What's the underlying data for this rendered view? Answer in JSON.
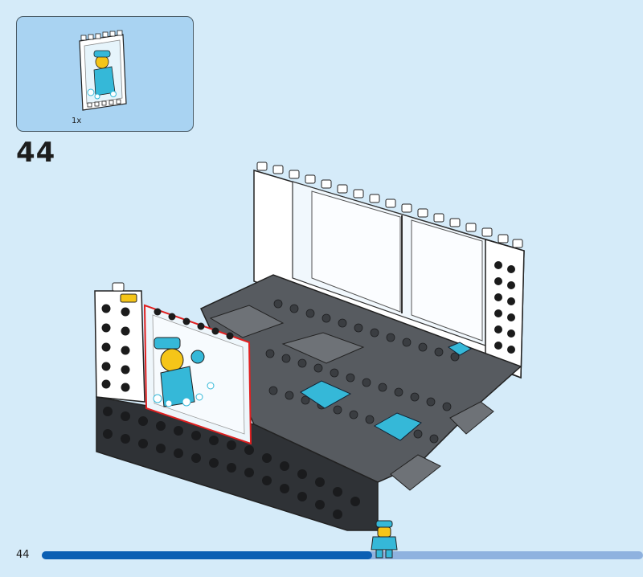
{
  "callout": {
    "quantity": "1x",
    "part_icon": "window-panel-with-sticker-icon"
  },
  "step": {
    "number": "44"
  },
  "footer": {
    "page_number": "44",
    "progress_fraction": 0.55,
    "minifig_icon": "minifigure-marker-icon"
  },
  "colors": {
    "background": "#d5ebf9",
    "callout_bg": "#a9d3f2",
    "highlight_outline": "#e02020",
    "progress_fill": "#0b5fb3",
    "progress_track": "#8fb2df",
    "accent_azure": "#35b8d8"
  }
}
